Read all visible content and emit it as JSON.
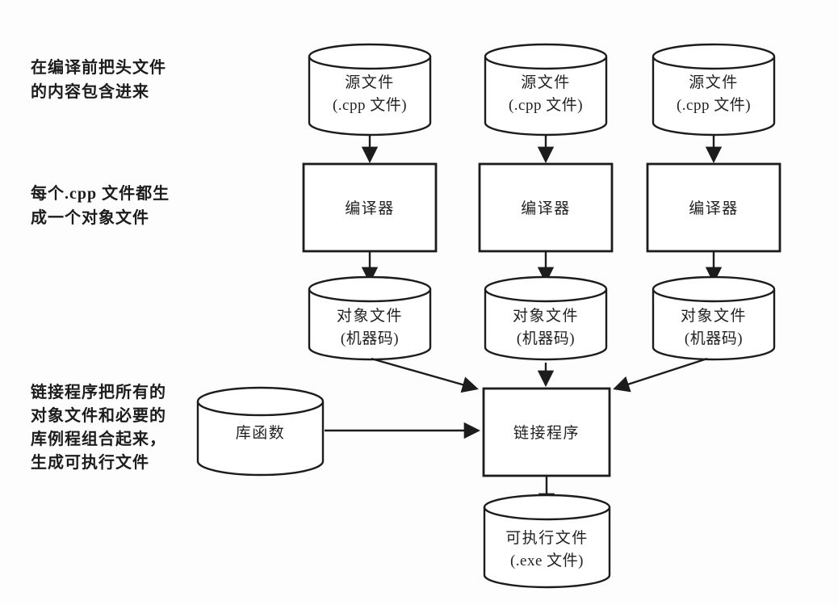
{
  "figure": {
    "colors": {
      "ink": "#1c1c1c",
      "background": "#fdfdfd"
    },
    "annotations": [
      {
        "lines": [
          "在编译前把头文件",
          "的内容包含进来"
        ]
      },
      {
        "lines": [
          "每个.cpp 文件都生",
          "成一个对象文件"
        ]
      },
      {
        "lines": [
          "链接程序把所有的",
          "对象文件和必要的",
          "库例程组合起来，",
          "生成可执行文件"
        ]
      }
    ],
    "sources": [
      {
        "line1": "源文件",
        "line2": "(.cpp 文件)"
      },
      {
        "line1": "源文件",
        "line2": "(.cpp 文件)"
      },
      {
        "line1": "源文件",
        "line2": "(.cpp 文件)"
      }
    ],
    "compilers": [
      {
        "label": "编译器"
      },
      {
        "label": "编译器"
      },
      {
        "label": "编译器"
      }
    ],
    "objects": [
      {
        "line1": "对象文件",
        "line2": "(机器码)"
      },
      {
        "line1": "对象文件",
        "line2": "(机器码)"
      },
      {
        "line1": "对象文件",
        "line2": "(机器码)"
      }
    ],
    "library": {
      "label": "库函数"
    },
    "linker": {
      "label": "链接程序"
    },
    "executable": {
      "line1": "可执行文件",
      "line2": "(.exe 文件)"
    }
  }
}
